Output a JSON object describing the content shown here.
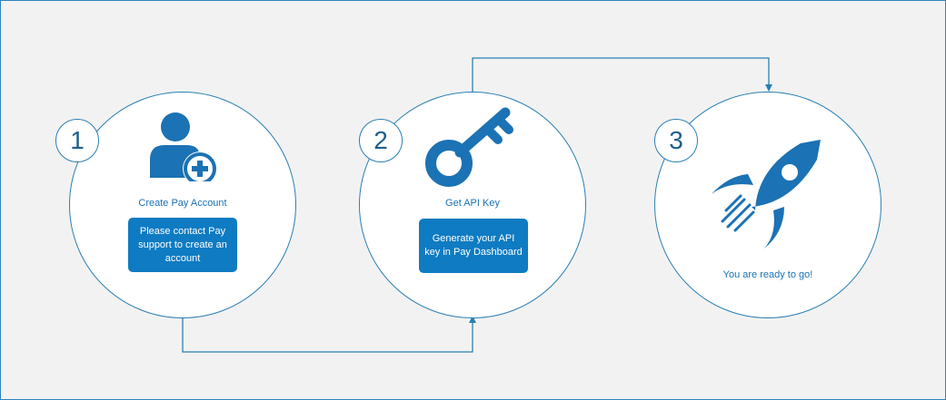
{
  "steps": [
    {
      "number": "1",
      "title": "Create Pay Account",
      "description": "Please contact Pay support to create an account",
      "icon": "add-user-icon"
    },
    {
      "number": "2",
      "title": "Get API Key",
      "description": "Generate your API key in Pay Dashboard",
      "icon": "key-icon"
    },
    {
      "number": "3",
      "title": "You are ready to go!",
      "icon": "rocket-icon"
    }
  ],
  "colors": {
    "accent": "#0e7bc2",
    "outline": "#2a7fb3",
    "background": "#f2f2f2",
    "badge_text": "#1f5f8a"
  }
}
